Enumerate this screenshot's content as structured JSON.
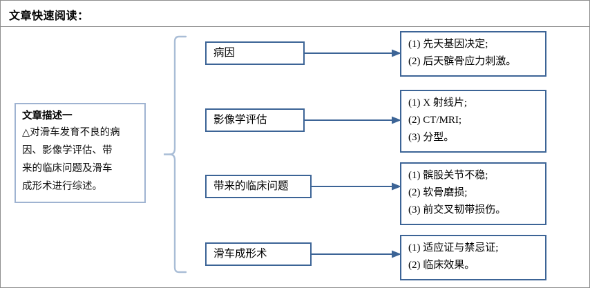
{
  "header": {
    "title": "文章快速阅读："
  },
  "summary": {
    "heading": "文章描述一",
    "lines": [
      "△对滑车发育不良的病",
      "因、影像学评估、带",
      "来的临床问题及滑车",
      "成形术进行综述。"
    ]
  },
  "branches": [
    {
      "category": "病因",
      "details": [
        "(1) 先天基因决定;",
        "(2) 后天髌骨应力刺激。"
      ]
    },
    {
      "category": "影像学评估",
      "details": [
        "(1) X 射线片;",
        "(2) CT/MRI;",
        "(3) 分型。"
      ]
    },
    {
      "category": "带来的临床问题",
      "details": [
        "(1) 髌股关节不稳;",
        "(2) 软骨磨损;",
        "(3) 前交叉韧带损伤。"
      ]
    },
    {
      "category": "滑车成形术",
      "details": [
        "(1) 适应证与禁忌证;",
        "(2) 临床效果。"
      ]
    }
  ],
  "colors": {
    "frame_border": "#8d8d8d",
    "box_border_blue": "#3c6496",
    "summary_border": "#9fb3d1",
    "brace_line": "#a9bdd6",
    "arrow": "#3c6496"
  }
}
